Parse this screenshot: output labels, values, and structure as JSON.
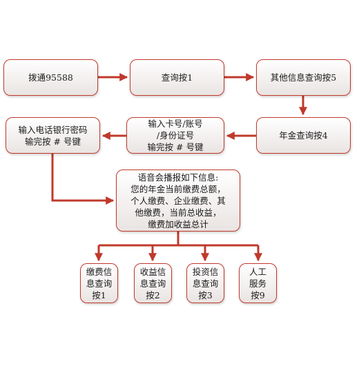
{
  "nodes": {
    "dial": "拨通95588",
    "query1": "查询按1",
    "other5": "其他信息查询按5",
    "annuity4": "年金查询按4",
    "card_input": "输入卡号/账号\n/身份证号\n输完按 # 号键",
    "password_input": "输入电话银行密码\n输完按 # 号键",
    "voice_broadcast": "语音会播报如下信息:\n您的年金当前缴费总额，\n个人缴费、企业缴费、其\n他缴费，当前总收益，\n缴费加收益总计",
    "payment_query": "缴费信\n息查询\n按1",
    "income_query": "收益信\n息查询\n按2",
    "investment_query": "投资信\n息查询\n按3",
    "manual_service": "人工\n服务\n按9"
  },
  "colors": {
    "accent": "#c0392b",
    "box_fill_top": "#ffffff",
    "box_fill_bottom": "#e9e4e2"
  }
}
